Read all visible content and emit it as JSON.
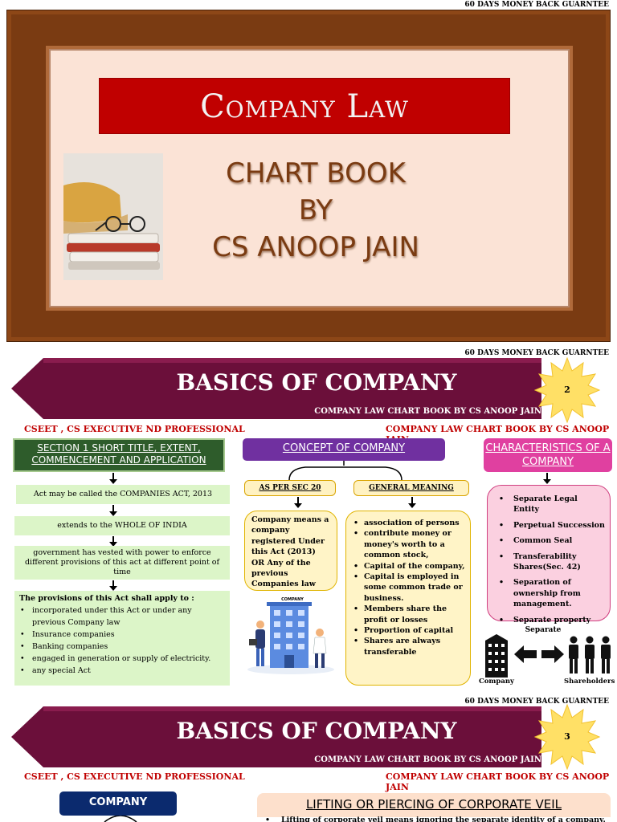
{
  "header_note": "60 DAYS MONEY BACK GUARNTEE",
  "cover": {
    "title": "Company Law",
    "lines": [
      "CHART BOOK",
      "BY",
      "CS ANOOP JAIN"
    ]
  },
  "section2": {
    "banner_title": "BASICS OF COMPANY",
    "banner_sub": "COMPANY LAW CHART BOOK BY CS ANOOP JAIN",
    "page_no": "2",
    "left_caption": "CSEET , CS EXECUTIVE ND PROFESSIONAL",
    "right_caption": "COMPANY LAW CHART BOOK BY CS ANOOP JAIN",
    "col1": {
      "heading": "SECTION 1 SHORT TITLE, EXTENT, COMMENCEMENT AND APPLICATION",
      "box1": "Act may be called the COMPANIES ACT, 2013",
      "box2": "extends to the WHOLE OF INDIA",
      "box3": "government has vested with power to enforce different provisions of this act at different point of time",
      "list_title": "The provisions of this Act shall apply to :",
      "list": [
        "incorporated under this Act or under any previous Company law",
        "Insurance companies",
        "Banking companies",
        "engaged in generation or supply of electricity.",
        "any special Act"
      ]
    },
    "col2": {
      "heading": "CONCEPT OF COMPANY",
      "tag_left": "AS PER SEC 20",
      "tag_right": "GENERAL MEANING",
      "left_text": "Company means a company registered Under this Act (2013) OR Any of the previous Companies law",
      "illustration_label": "COMPANY",
      "right_list": [
        "association of persons",
        "contribute money or money's worth to a common stock,",
        "Capital of the company,",
        "Capital is employed in some common trade or business.",
        "Members share the profit or losses",
        "Proportion of capital",
        "Shares are always transferable"
      ]
    },
    "col3": {
      "heading": "CHARACTERISTICS OF A COMPANY",
      "list": [
        "Separate Legal Entity",
        "Perpetual Succession",
        "Common Seal",
        "Transferability Shares(Sec. 42)",
        "Separation of ownership from management.",
        "Separate property"
      ],
      "diagram_top": "Separate",
      "diagram_left": "Company",
      "diagram_right": "Shareholders"
    }
  },
  "section3": {
    "banner_title": "BASICS OF COMPANY",
    "banner_sub": "COMPANY LAW CHART BOOK BY CS ANOOP JAIN",
    "page_no": "3",
    "left_caption": "CSEET , CS EXECUTIVE ND PROFESSIONAL",
    "right_caption": "COMPANY LAW CHART BOOK BY CS ANOOP JAIN",
    "company_heading": "COMPANY",
    "veil_heading": "LIFTING OR PIERCING OF CORPORATE VEIL",
    "veil_first_line": "Lifting of corporate veil means ignoring the separate identity of a company."
  },
  "colors": {
    "cover_frame": "#7a3b12",
    "cover_bg": "#fbe3d6",
    "title_red": "#c00000",
    "banner_maroon": "#6b0f3a",
    "star_yellow": "#ffe066",
    "green_head": "#2e5c2b",
    "purple_head": "#7030a0",
    "pink_head": "#e040a0",
    "navy_head": "#0b2a6e"
  }
}
